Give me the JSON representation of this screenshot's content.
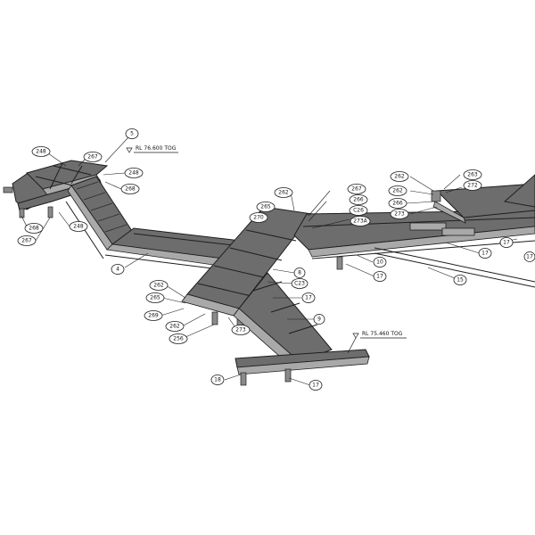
{
  "drawing": {
    "levels": [
      {
        "id": "level-upper",
        "text": "RL 76.600 TOG"
      },
      {
        "id": "level-lower",
        "text": "RL 75.460 TOG"
      }
    ],
    "callouts": [
      {
        "id": "c1",
        "text": "248"
      },
      {
        "id": "c2",
        "text": "267"
      },
      {
        "id": "c3",
        "text": "5"
      },
      {
        "id": "c4",
        "text": "248"
      },
      {
        "id": "c5",
        "text": "268"
      },
      {
        "id": "c6",
        "text": "268"
      },
      {
        "id": "c7",
        "text": "267"
      },
      {
        "id": "c8",
        "text": "248"
      },
      {
        "id": "c9",
        "text": "4"
      },
      {
        "id": "c10",
        "text": "262"
      },
      {
        "id": "c11",
        "text": "265"
      },
      {
        "id": "c12",
        "text": "270"
      },
      {
        "id": "c13",
        "text": "267"
      },
      {
        "id": "c14",
        "text": "266"
      },
      {
        "id": "c15",
        "text": "C26"
      },
      {
        "id": "c16",
        "text": "273A"
      },
      {
        "id": "c17",
        "text": "262"
      },
      {
        "id": "c18",
        "text": "262"
      },
      {
        "id": "c19",
        "text": "266"
      },
      {
        "id": "c20",
        "text": "273"
      },
      {
        "id": "c21",
        "text": "263"
      },
      {
        "id": "c22",
        "text": "272"
      },
      {
        "id": "c23",
        "text": "17"
      },
      {
        "id": "c24",
        "text": "17"
      },
      {
        "id": "c25",
        "text": "10"
      },
      {
        "id": "c26",
        "text": "17"
      },
      {
        "id": "c27",
        "text": "15"
      },
      {
        "id": "c28",
        "text": "8"
      },
      {
        "id": "c29",
        "text": "C23"
      },
      {
        "id": "c30",
        "text": "17"
      },
      {
        "id": "c31",
        "text": "262"
      },
      {
        "id": "c32",
        "text": "265"
      },
      {
        "id": "c33",
        "text": "269"
      },
      {
        "id": "c34",
        "text": "262"
      },
      {
        "id": "c35",
        "text": "256"
      },
      {
        "id": "c36",
        "text": "273"
      },
      {
        "id": "c37",
        "text": "9"
      },
      {
        "id": "c38",
        "text": "18"
      },
      {
        "id": "c39",
        "text": "17"
      },
      {
        "id": "c40",
        "text": "17"
      }
    ]
  }
}
